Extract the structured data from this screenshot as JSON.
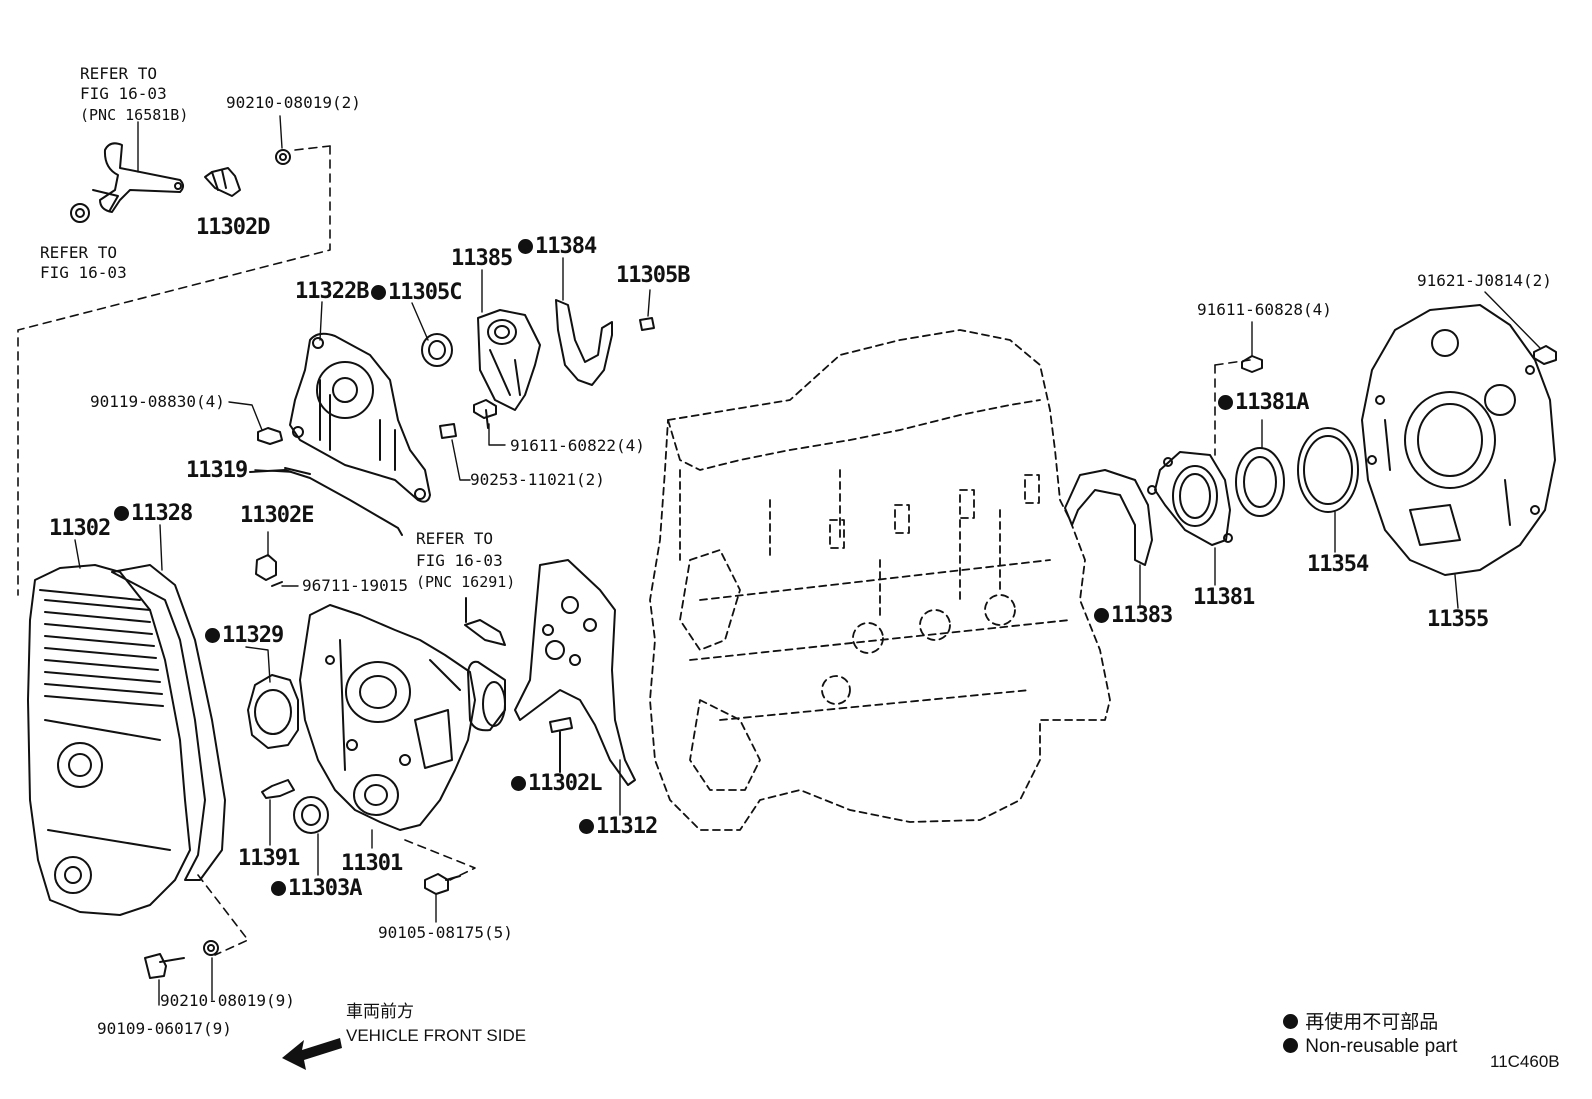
{
  "labels": {
    "p11302D": "11302D",
    "p11385": "11385",
    "p11384": "11384",
    "p11305B": "11305B",
    "p11322B": "11322B",
    "p11305C": "11305C",
    "p11319": "11319",
    "p11302E": "11302E",
    "p11302": "11302",
    "p11328": "11328",
    "p11329": "11329",
    "p11391": "11391",
    "p11301": "11301",
    "p11303A": "11303A",
    "p11302L": "11302L",
    "p11312": "11312",
    "p11381A": "11381A",
    "p11383": "11383",
    "p11381": "11381",
    "p11354": "11354",
    "p11355": "11355"
  },
  "small_labels": {
    "s90210_top": "90210-08019(2)",
    "s90119": "90119-08830(4)",
    "s91611_mid": "91611-60822(4)",
    "s90253": "90253-11021(2)",
    "s96711": "96711-19015",
    "s90105": "90105-08175(5)",
    "s90210_bot": "90210-08019(9)",
    "s90109": "90109-06017(9)",
    "s91611_right": "91611-60828(4)",
    "s91621": "91621-J0814(2)"
  },
  "refer_notes": {
    "r1_line1": "REFER TO",
    "r1_line2": "FIG 16-03",
    "r1_line3": "(PNC 16581B)",
    "r2_line1": "REFER TO",
    "r2_line2": "FIG 16-03",
    "r3_line1": "REFER TO",
    "r3_line2": "FIG 16-03",
    "r3_line3": "(PNC 16291)"
  },
  "front_side": {
    "jp": "車両前方",
    "en": "VEHICLE FRONT SIDE"
  },
  "legend": {
    "jp": "再使用不可部品",
    "en": "Non-reusable part"
  },
  "figure_code": "11C460B"
}
